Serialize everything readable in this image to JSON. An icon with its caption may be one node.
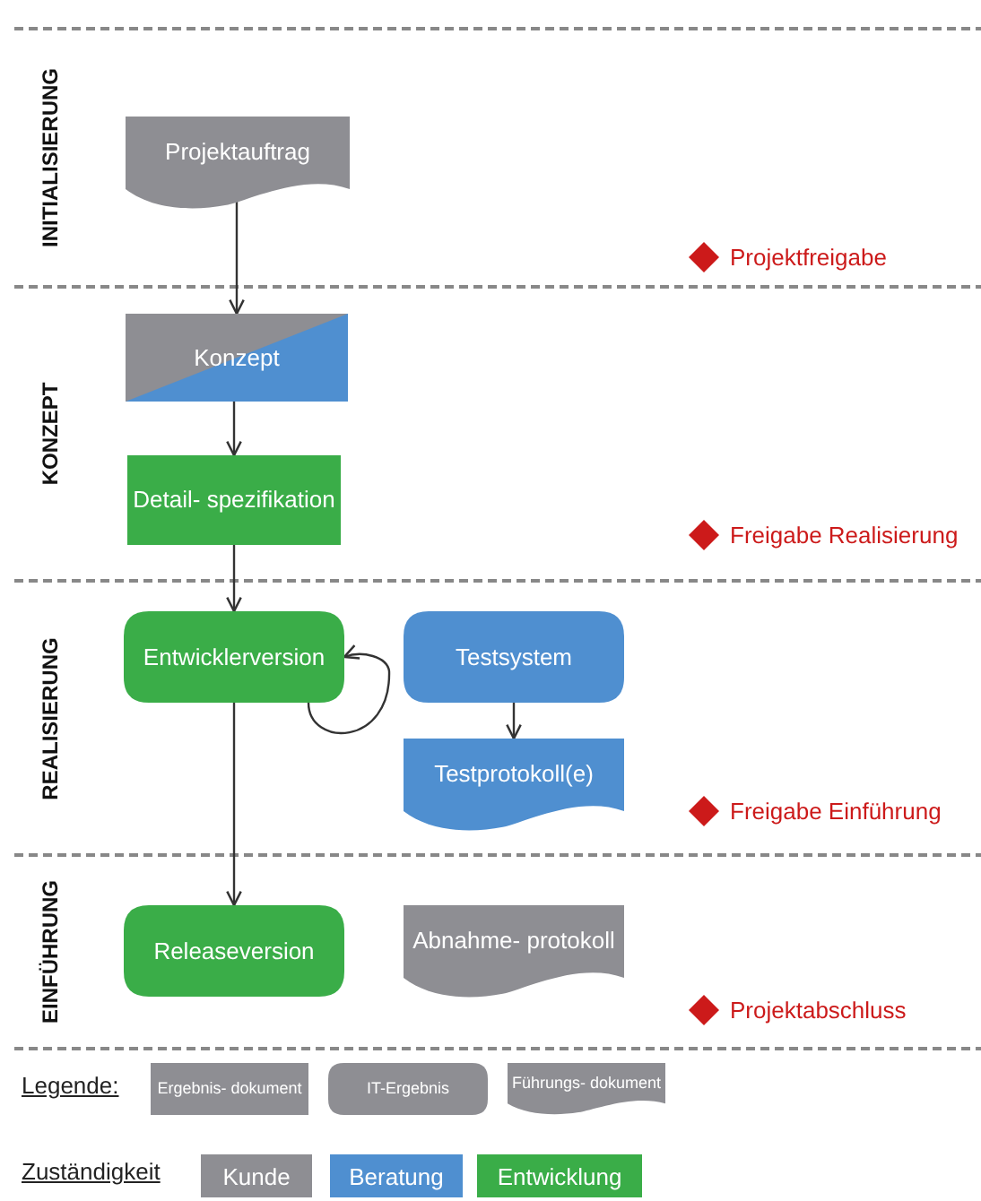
{
  "diagram": {
    "nodes": [
      {
        "text": [
          "Projektauftrag"
        ]
      },
      {
        "text": [
          "Konzept"
        ]
      },
      {
        "text": [
          "Detail- spezifikation"
        ]
      },
      {
        "text": [
          "Entwicklerversion"
        ]
      },
      {
        "text": [
          "Testsystem"
        ]
      },
      {
        "text": [
          "Testprotokoll(e)"
        ]
      },
      {
        "text": [
          "Releaseversion"
        ]
      },
      {
        "text": [
          "Abnahme- protokoll"
        ]
      },
      {
        "text": [],
        "shape": "diamond",
        "beside": [
          "Projektfreigabe"
        ]
      },
      {
        "text": [],
        "shape": "diamond",
        "beside": [
          "Freigabe Realisierung"
        ]
      },
      {
        "text": [],
        "shape": "diamond",
        "beside": [
          "Freigabe Einführung"
        ]
      },
      {
        "text": [],
        "shape": "diamond",
        "beside": [
          "Projektabschluss"
        ]
      },
      {
        "text": [
          "Ergebnis- dokument"
        ]
      },
      {
        "text": [
          "IT-Ergebnis"
        ]
      },
      {
        "text": [
          "Führungs- dokument"
        ]
      }
    ],
    "edges": [
      {
        "from": 0,
        "to": 1,
        "arrow": "to"
      },
      {
        "from": 1,
        "to": 2,
        "arrow": "to"
      },
      {
        "from": 2,
        "to": 3,
        "arrow": "to"
      },
      {
        "from": 3,
        "to": 3,
        "arrow": "to"
      },
      {
        "from": 3,
        "to": 6,
        "arrow": "to"
      },
      {
        "from": 4,
        "to": 5,
        "arrow": "to"
      }
    ],
    "labels": [
      "INITIALISIERUNG",
      "KONZEPT",
      "REALISIERUNG",
      "EINFÜHRUNG",
      "Legende:",
      "Zuständigkeit"
    ],
    "legend": [
      {
        "text": "Kunde",
        "color": "#8e8e93"
      },
      {
        "text": "Beratung",
        "color": "#4f8fd0"
      },
      {
        "text": "Entwicklung",
        "color": "#3aad48"
      }
    ]
  }
}
